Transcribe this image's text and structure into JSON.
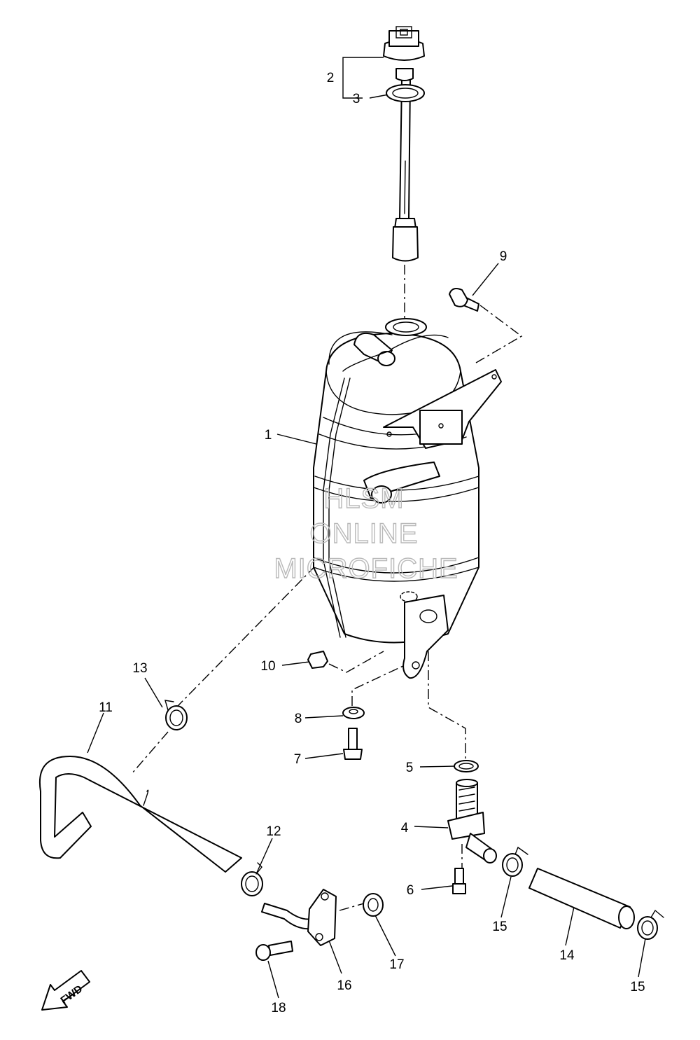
{
  "diagram": {
    "callouts": {
      "c1": "1",
      "c2": "2",
      "c3": "3",
      "c4": "4",
      "c5": "5",
      "c6": "6",
      "c7": "7",
      "c8": "8",
      "c9": "9",
      "c10": "10",
      "c11": "11",
      "c12": "12",
      "c13": "13",
      "c14": "14",
      "c15a": "15",
      "c15b": "15",
      "c16": "16",
      "c17": "17",
      "c18": "18"
    },
    "watermark": {
      "line1": "HLSM",
      "line2": "ONLINE",
      "line3": "MICROFICHE"
    },
    "direction_badge": "FWD"
  }
}
